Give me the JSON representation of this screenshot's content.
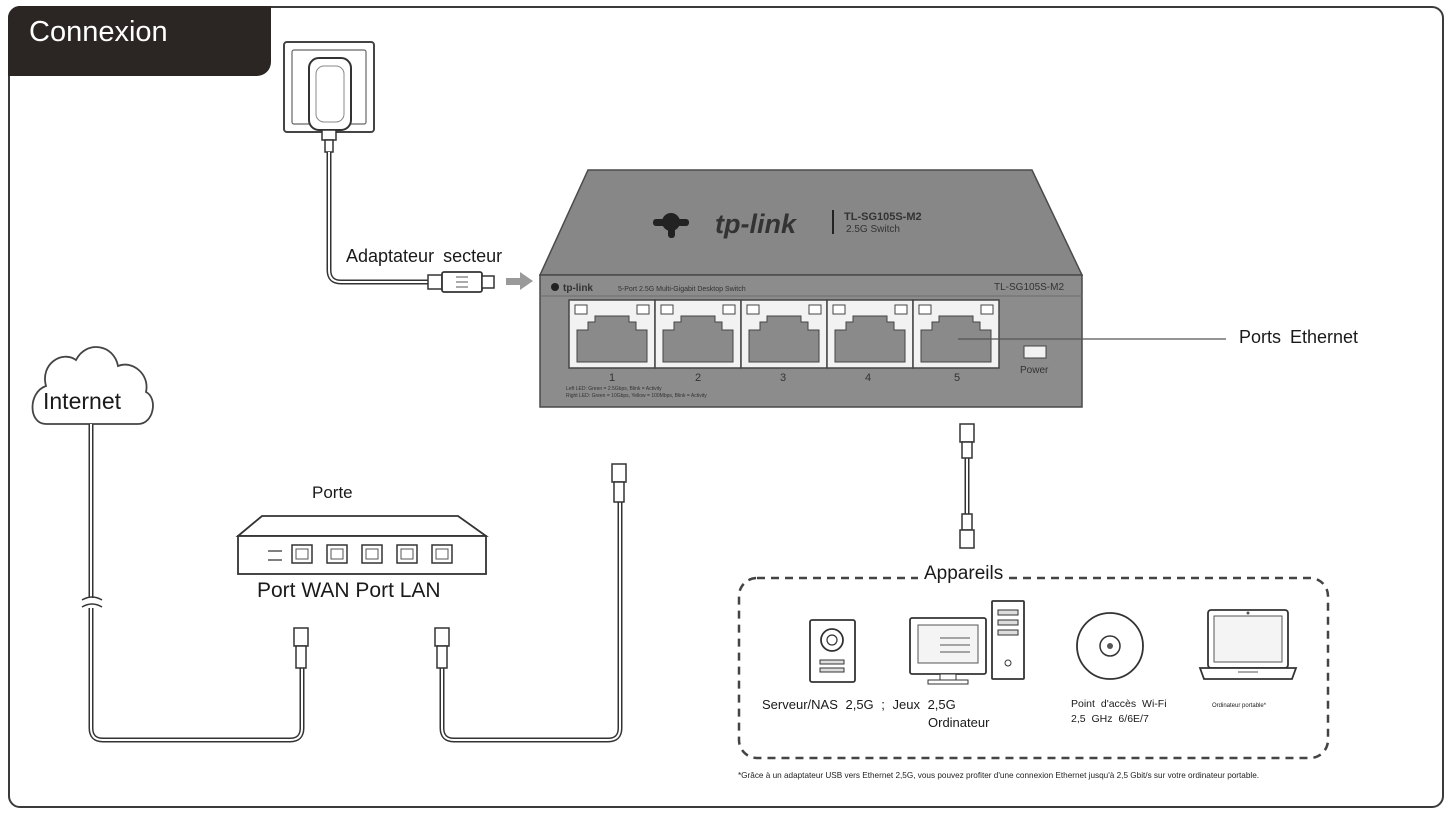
{
  "header": {
    "title": "Connexion"
  },
  "labels": {
    "power_adapter": "Adaptateur secteur",
    "ethernet_ports": "Ports Ethernet",
    "internet": "Internet",
    "router": "Porte",
    "router_ports": "Port WAN Port LAN",
    "devices": "Appareils"
  },
  "switch": {
    "brand": "tp-link",
    "model_top": "TL-SG105S-M2",
    "subtitle_top": "2.5G Switch",
    "front_desc": "5-Port 2.5G Multi-Gigabit Desktop Switch",
    "model_front": "TL-SG105S-M2",
    "power_label": "Power",
    "port_numbers": [
      "1",
      "2",
      "3",
      "4",
      "5"
    ],
    "led_note_1": "Left LED: Green = 2.5Gbps, Blink = Activity",
    "led_note_2": "Right LED: Green = 10Gbps, Yellow = 100Mbps, Blink = Activity"
  },
  "devices": {
    "nas": "Serveur/NAS 2,5G ; Jeux 2,5G",
    "gaming_pc": "Ordinateur",
    "access_point": "Point d'accès Wi-Fi 2,5 GHz 6/6E/7",
    "laptop": "Ordinateur portable*"
  },
  "footnote": "*Grâce à un adaptateur USB vers Ethernet 2,5G, vous pouvez profiter d'une connexion Ethernet jusqu'à 2,5 Gbit/s sur votre ordinateur portable.",
  "icons": [
    "wall-outlet-icon",
    "power-adapter-icon",
    "switch-icon",
    "cloud-icon",
    "router-icon",
    "ethernet-plug-icon",
    "nas-icon",
    "desktop-pc-icon",
    "access-point-icon",
    "laptop-icon",
    "arrow-right-icon"
  ]
}
